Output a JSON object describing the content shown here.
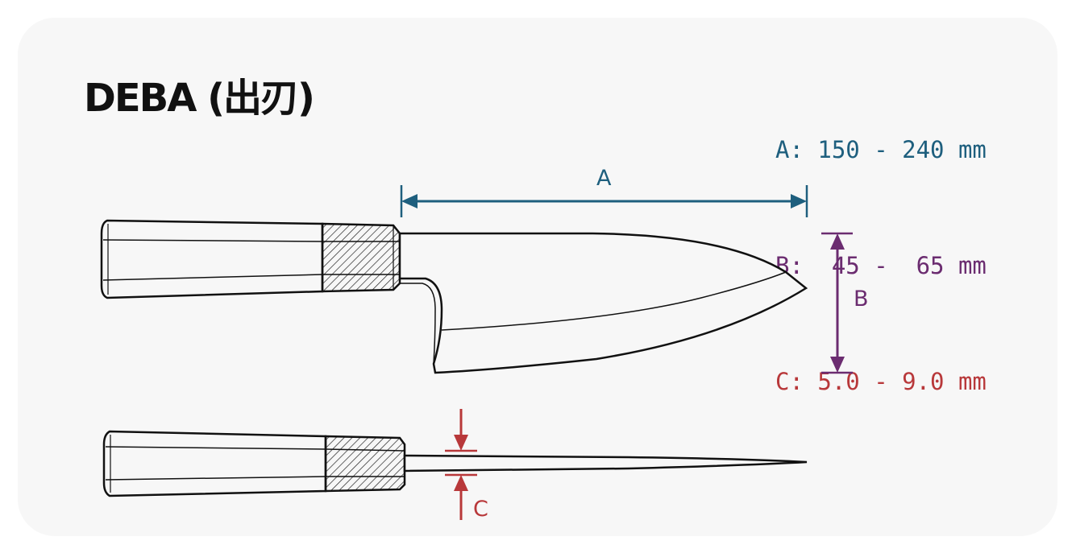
{
  "title": "DEBA (出刃)",
  "specs": [
    {
      "text": "A: 150 - 240 mm",
      "color": "#1e5f7e"
    },
    {
      "text": "B:  45 -  65 mm",
      "color": "#6b2c70"
    },
    {
      "text": "C: 5.0 - 9.0 mm",
      "color": "#b8383a"
    }
  ],
  "dimensions": {
    "a_label": "A",
    "b_label": "B",
    "c_label": "C"
  },
  "colors": {
    "background": "#f7f7f7",
    "outline": "#111111",
    "dim_a": "#1e5f7e",
    "dim_b": "#6b2c70",
    "dim_c": "#b8383a"
  }
}
